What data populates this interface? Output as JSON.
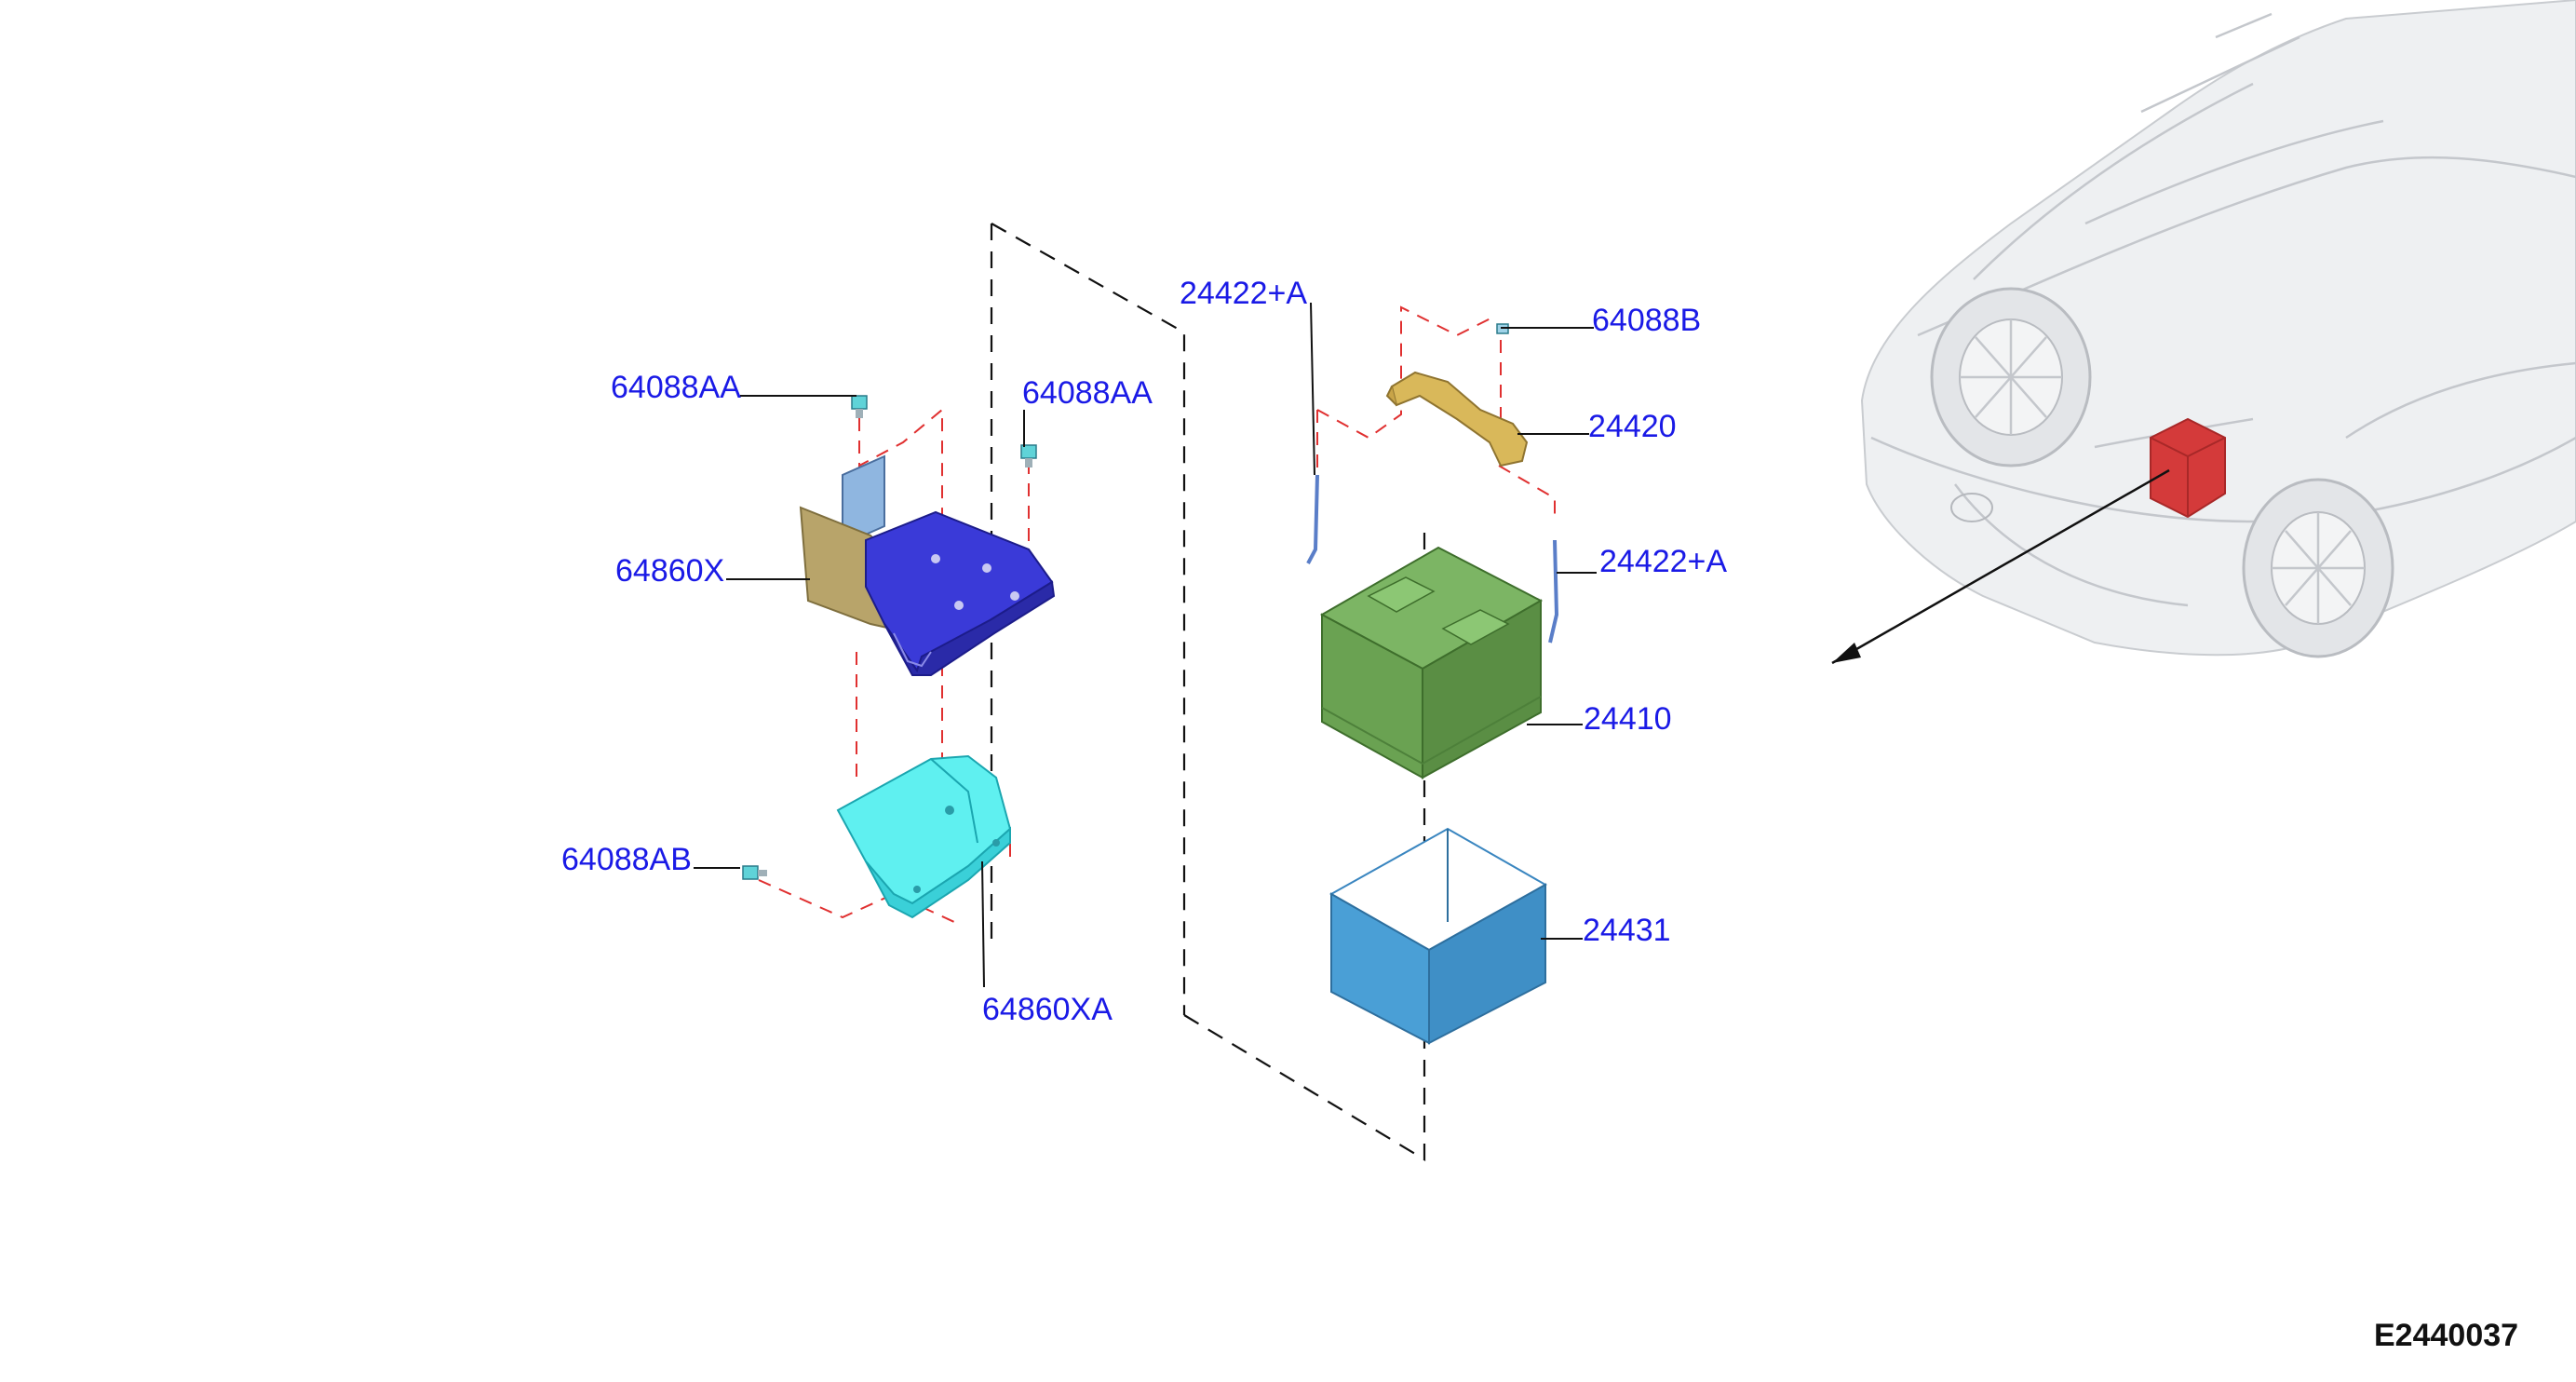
{
  "diagram": {
    "code": "E2440037",
    "parts": [
      {
        "id": "p1",
        "number": "64088AA"
      },
      {
        "id": "p2",
        "number": "64088AA"
      },
      {
        "id": "p3",
        "number": "64860X"
      },
      {
        "id": "p4",
        "number": "64088AB"
      },
      {
        "id": "p5",
        "number": "64860XA"
      },
      {
        "id": "p6",
        "number": "24422+A"
      },
      {
        "id": "p7",
        "number": "64088B"
      },
      {
        "id": "p8",
        "number": "24420"
      },
      {
        "id": "p9",
        "number": "24422+A"
      },
      {
        "id": "p10",
        "number": "24410"
      },
      {
        "id": "p11",
        "number": "24431"
      }
    ]
  },
  "colors": {
    "tray": "#3a3ad8",
    "bracket_plate": "#b8a46a",
    "lower_cover": "#5ff0f0",
    "battery": "#6fa85a",
    "insulator": "#4a9fd6",
    "hold_down": "#d9b85a",
    "location_marker": "#d43a3a",
    "label_text": "#1a1ae6"
  }
}
